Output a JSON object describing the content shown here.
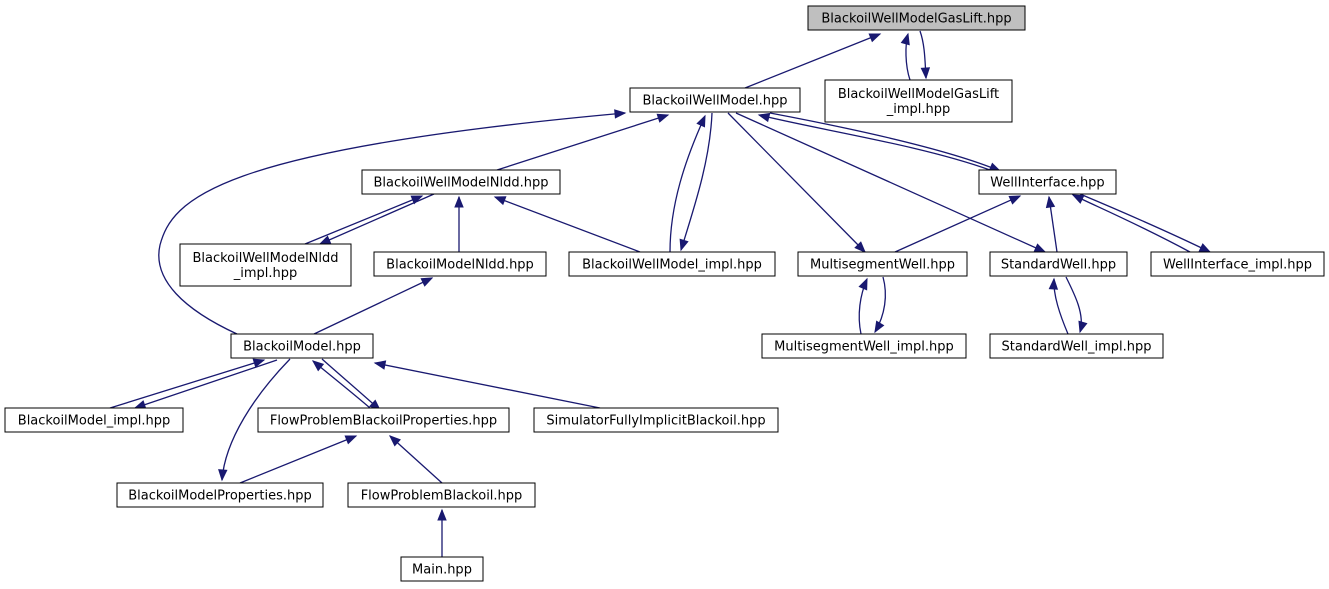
{
  "graph": {
    "edge_color": "#191970",
    "root_fill": "#bfbfbf",
    "node_fill": "#ffffff",
    "nodes": [
      {
        "id": "gaslift",
        "label": [
          "BlackoilWellModelGasLift.hpp"
        ],
        "root": true
      },
      {
        "id": "wellmodel",
        "label": [
          "BlackoilWellModel.hpp"
        ]
      },
      {
        "id": "gaslift_impl",
        "label": [
          "BlackoilWellModelGasLift",
          "_impl.hpp"
        ]
      },
      {
        "id": "nldd",
        "label": [
          "BlackoilWellModelNldd.hpp"
        ]
      },
      {
        "id": "wellinterface",
        "label": [
          "WellInterface.hpp"
        ]
      },
      {
        "id": "nldd_impl",
        "label": [
          "BlackoilWellModelNldd",
          "_impl.hpp"
        ]
      },
      {
        "id": "modelnldd",
        "label": [
          "BlackoilModelNldd.hpp"
        ]
      },
      {
        "id": "wellmodel_impl",
        "label": [
          "BlackoilWellModel_impl.hpp"
        ]
      },
      {
        "id": "msw",
        "label": [
          "MultisegmentWell.hpp"
        ]
      },
      {
        "id": "stdwell",
        "label": [
          "StandardWell.hpp"
        ]
      },
      {
        "id": "wi_impl",
        "label": [
          "WellInterface_impl.hpp"
        ]
      },
      {
        "id": "model",
        "label": [
          "BlackoilModel.hpp"
        ]
      },
      {
        "id": "msw_impl",
        "label": [
          "MultisegmentWell_impl.hpp"
        ]
      },
      {
        "id": "std_impl",
        "label": [
          "StandardWell_impl.hpp"
        ]
      },
      {
        "id": "model_impl",
        "label": [
          "BlackoilModel_impl.hpp"
        ]
      },
      {
        "id": "fpbp",
        "label": [
          "FlowProblemBlackoilProperties.hpp"
        ]
      },
      {
        "id": "sim",
        "label": [
          "SimulatorFullyImplicitBlackoil.hpp"
        ]
      },
      {
        "id": "modelprops",
        "label": [
          "BlackoilModelProperties.hpp"
        ]
      },
      {
        "id": "fpb",
        "label": [
          "FlowProblemBlackoil.hpp"
        ]
      },
      {
        "id": "main",
        "label": [
          "Main.hpp"
        ]
      }
    ],
    "edges": [
      {
        "from": "wellmodel",
        "to": "gaslift"
      },
      {
        "from": "gaslift_impl",
        "to": "gaslift"
      },
      {
        "from": "gaslift",
        "to": "gaslift_impl"
      },
      {
        "from": "nldd",
        "to": "wellmodel"
      },
      {
        "from": "model",
        "to": "wellmodel"
      },
      {
        "from": "wellmodel_impl",
        "to": "wellmodel"
      },
      {
        "from": "wellmodel",
        "to": "wellmodel_impl"
      },
      {
        "from": "wellinterface",
        "to": "wellmodel"
      },
      {
        "from": "wellmodel",
        "to": "wellinterface"
      },
      {
        "from": "wellmodel",
        "to": "msw"
      },
      {
        "from": "wellmodel",
        "to": "stdwell"
      },
      {
        "from": "nldd_impl",
        "to": "nldd"
      },
      {
        "from": "nldd",
        "to": "nldd_impl"
      },
      {
        "from": "modelnldd",
        "to": "nldd"
      },
      {
        "from": "wellmodel_impl",
        "to": "nldd"
      },
      {
        "from": "msw",
        "to": "wellinterface"
      },
      {
        "from": "stdwell",
        "to": "wellinterface"
      },
      {
        "from": "wi_impl",
        "to": "wellinterface"
      },
      {
        "from": "wellinterface",
        "to": "wi_impl"
      },
      {
        "from": "model",
        "to": "modelnldd"
      },
      {
        "from": "msw_impl",
        "to": "msw"
      },
      {
        "from": "msw",
        "to": "msw_impl"
      },
      {
        "from": "std_impl",
        "to": "stdwell"
      },
      {
        "from": "stdwell",
        "to": "std_impl"
      },
      {
        "from": "model_impl",
        "to": "model"
      },
      {
        "from": "model",
        "to": "model_impl"
      },
      {
        "from": "fpbp",
        "to": "model"
      },
      {
        "from": "model",
        "to": "fpbp"
      },
      {
        "from": "sim",
        "to": "model"
      },
      {
        "from": "model",
        "to": "modelprops"
      },
      {
        "from": "modelprops",
        "to": "fpbp"
      },
      {
        "from": "fpb",
        "to": "fpbp"
      },
      {
        "from": "main",
        "to": "fpb"
      }
    ]
  }
}
